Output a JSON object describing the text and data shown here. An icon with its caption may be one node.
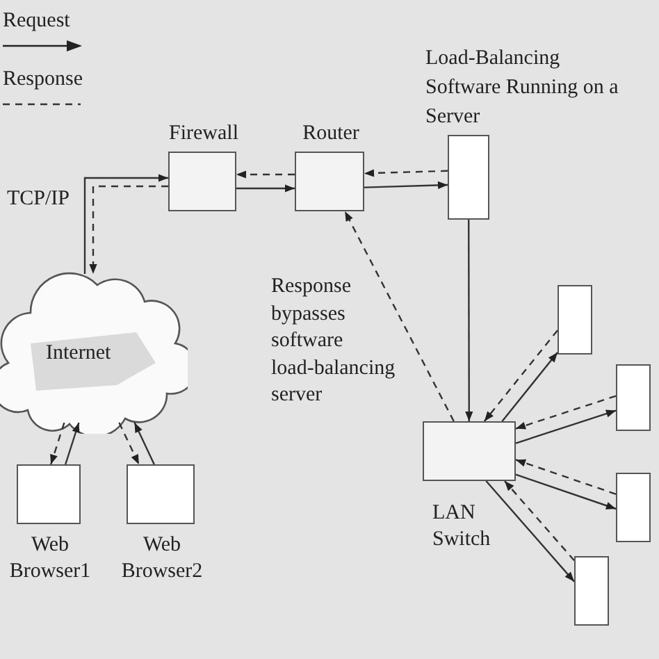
{
  "diagram": {
    "nodes": [
      {
        "text": [
          "Firewall"
        ]
      },
      {
        "text": [
          "Router"
        ]
      },
      {
        "text": [
          "Load-Balancing Software Running on a Server"
        ]
      },
      {
        "text": [
          "Internet"
        ]
      },
      {
        "text": [
          "Web Browser1"
        ]
      },
      {
        "text": [
          "Web Browser2"
        ]
      },
      {
        "text": [
          "LAN Switch"
        ]
      },
      {
        "text": [],
        "shape": "box"
      },
      {
        "text": [],
        "shape": "box"
      },
      {
        "text": [],
        "shape": "box"
      },
      {
        "text": [],
        "shape": "box"
      }
    ],
    "edges": [
      {
        "from": 3,
        "to": 0,
        "arrow": "to"
      },
      {
        "from": 0,
        "to": 3,
        "arrow": "to",
        "style": "dashed"
      },
      {
        "from": 0,
        "to": 1,
        "arrow": "to"
      },
      {
        "from": 1,
        "to": 0,
        "arrow": "to",
        "style": "dashed"
      },
      {
        "from": 1,
        "to": 2,
        "arrow": "to"
      },
      {
        "from": 2,
        "to": 1,
        "arrow": "to",
        "style": "dashed"
      },
      {
        "from": 2,
        "to": 6,
        "arrow": "to"
      },
      {
        "from": 6,
        "to": 1,
        "arrow": "to",
        "style": "dashed"
      },
      {
        "from": 4,
        "to": 3,
        "arrow": "to"
      },
      {
        "from": 3,
        "to": 4,
        "arrow": "to",
        "style": "dashed"
      },
      {
        "from": 5,
        "to": 3,
        "arrow": "to"
      },
      {
        "from": 3,
        "to": 5,
        "arrow": "to",
        "style": "dashed"
      },
      {
        "from": 6,
        "to": 7,
        "arrow": "to"
      },
      {
        "from": 6,
        "to": 8,
        "arrow": "to"
      },
      {
        "from": 6,
        "to": 9,
        "arrow": "to"
      },
      {
        "from": 6,
        "to": 10,
        "arrow": "to"
      },
      {
        "from": 7,
        "to": 6,
        "arrow": "to",
        "style": "dashed"
      },
      {
        "from": 8,
        "to": 6,
        "arrow": "to",
        "style": "dashed"
      },
      {
        "from": 9,
        "to": 6,
        "arrow": "to",
        "style": "dashed"
      },
      {
        "from": 10,
        "to": 6,
        "arrow": "to",
        "style": "dashed"
      }
    ],
    "labels": [
      "TCP/IP",
      "Response bypasses software load-balancing server"
    ],
    "legend": [
      {
        "text": "Request"
      },
      {
        "text": "Response"
      }
    ]
  }
}
